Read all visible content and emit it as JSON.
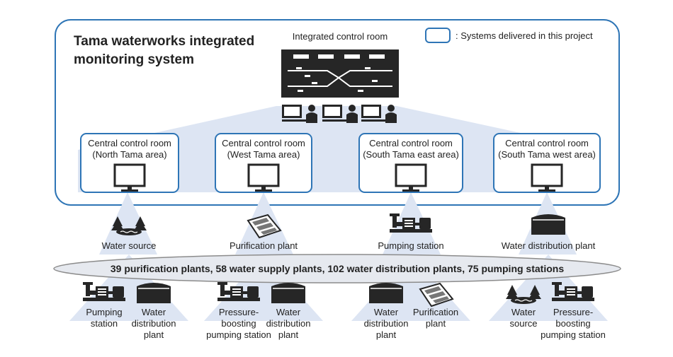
{
  "title_line1": "Tama waterworks integrated",
  "title_line2": "monitoring system",
  "integrated_control_room": "Integrated control room",
  "legend_text": ": Systems delivered in this project",
  "central_rooms": [
    {
      "line1": "Central control room",
      "line2": "(North Tama area)"
    },
    {
      "line1": "Central control room",
      "line2": "(West Tama area)"
    },
    {
      "line1": "Central control room",
      "line2": "(South Tama east area)"
    },
    {
      "line1": "Central control room",
      "line2": "(South Tama west area)"
    }
  ],
  "facility_labels": [
    "Water source",
    "Purification plant",
    "Pumping station",
    "Water distribution plant"
  ],
  "banner_text": "39 purification plants, 58 water supply plants, 102 water distribution plants, 75 pumping stations",
  "bottom_groups": [
    [
      {
        "icon": "pump-icon",
        "lines": [
          "Pumping",
          "station"
        ]
      },
      {
        "icon": "tank-icon",
        "lines": [
          "Water",
          "distribution",
          "plant"
        ]
      }
    ],
    [
      {
        "icon": "pump-icon",
        "lines": [
          "Pressure-",
          "boosting",
          "pumping station"
        ]
      },
      {
        "icon": "tank-icon",
        "lines": [
          "Water",
          "distribution",
          "plant"
        ]
      }
    ],
    [
      {
        "icon": "tank-icon",
        "lines": [
          "Water",
          "distribution",
          "plant"
        ]
      },
      {
        "icon": "plant-icon",
        "lines": [
          "Purification",
          "plant"
        ]
      }
    ],
    [
      {
        "icon": "water-source-icon",
        "lines": [
          "Water",
          "source"
        ]
      },
      {
        "icon": "pump-icon",
        "lines": [
          "Pressure-",
          "boosting",
          "pumping station"
        ]
      }
    ]
  ],
  "colors": {
    "border_blue": "#2e75b6",
    "light_blue": "#dde5f3",
    "banner_fill": "#e6e9ef",
    "dark": "#262626"
  }
}
